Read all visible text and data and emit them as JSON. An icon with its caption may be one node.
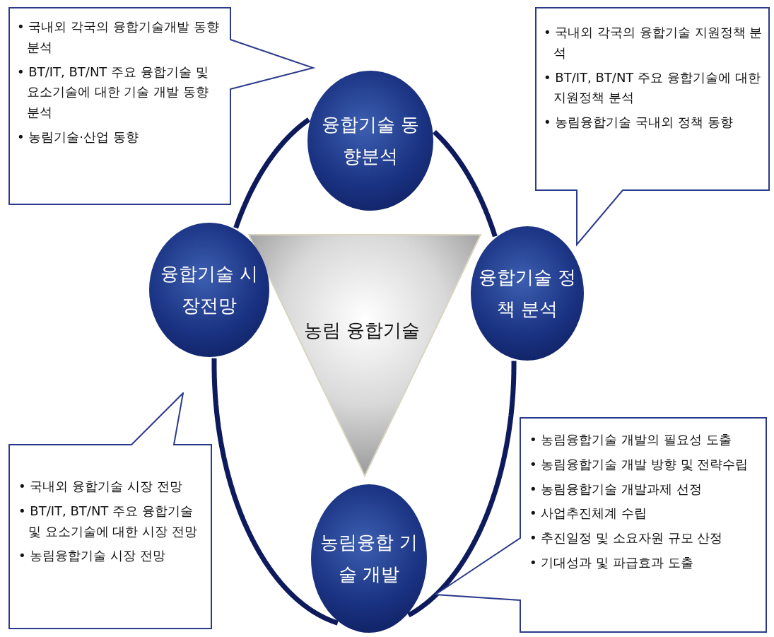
{
  "diagram": {
    "nodes": [
      {
        "text": [
          "• 국내외 각국의 융합기술개발 동향 분석",
          "• BT/IT, BT/NT 주요 융합기술 및 요소기술에 대한 기술 개발 동향 분석",
          "• 농림기술·산업 동향"
        ]
      },
      {
        "text": [
          "융합기술 동향분석"
        ]
      },
      {
        "text": [
          "• 국내외 각국의 융합기술 지원정책 분석",
          "• BT/IT, BT/NT 주요 융합기술에 대한 지원정책 분석",
          "• 농림융합기술 국내외 정책 동향"
        ]
      },
      {
        "text": [
          "융합기술 시장전망"
        ]
      },
      {
        "text": [
          "농림 융합기술"
        ]
      },
      {
        "text": [
          "융합기술 정책 분석"
        ]
      },
      {
        "text": [
          "• 국내외 융합기술 시장 전망",
          "• BT/IT, BT/NT 주요 융합기술 및 요소기술에 대한 시장 전망",
          "• 농림융합기술 시장 전망"
        ]
      },
      {
        "text": [
          "• 농림융합기술 개발의 필요성 도출",
          "• 농림융합기술 개발 방향 및 전략수립",
          "• 농림융합기술 개발과제 선정",
          "• 사업추진체계 수립",
          "• 추진일정 및 소요자원 규모 산정",
          "• 기대성과 및 파급효과 도출"
        ]
      },
      {
        "text": [
          "농림융합 기술 개발"
        ]
      }
    ],
    "edges": [
      {
        "from": 1,
        "to": 5,
        "arrow": "none"
      },
      {
        "from": 5,
        "to": 8,
        "arrow": "none"
      },
      {
        "from": 8,
        "to": 3,
        "arrow": "none"
      },
      {
        "from": 3,
        "to": 1,
        "arrow": "none"
      }
    ]
  }
}
